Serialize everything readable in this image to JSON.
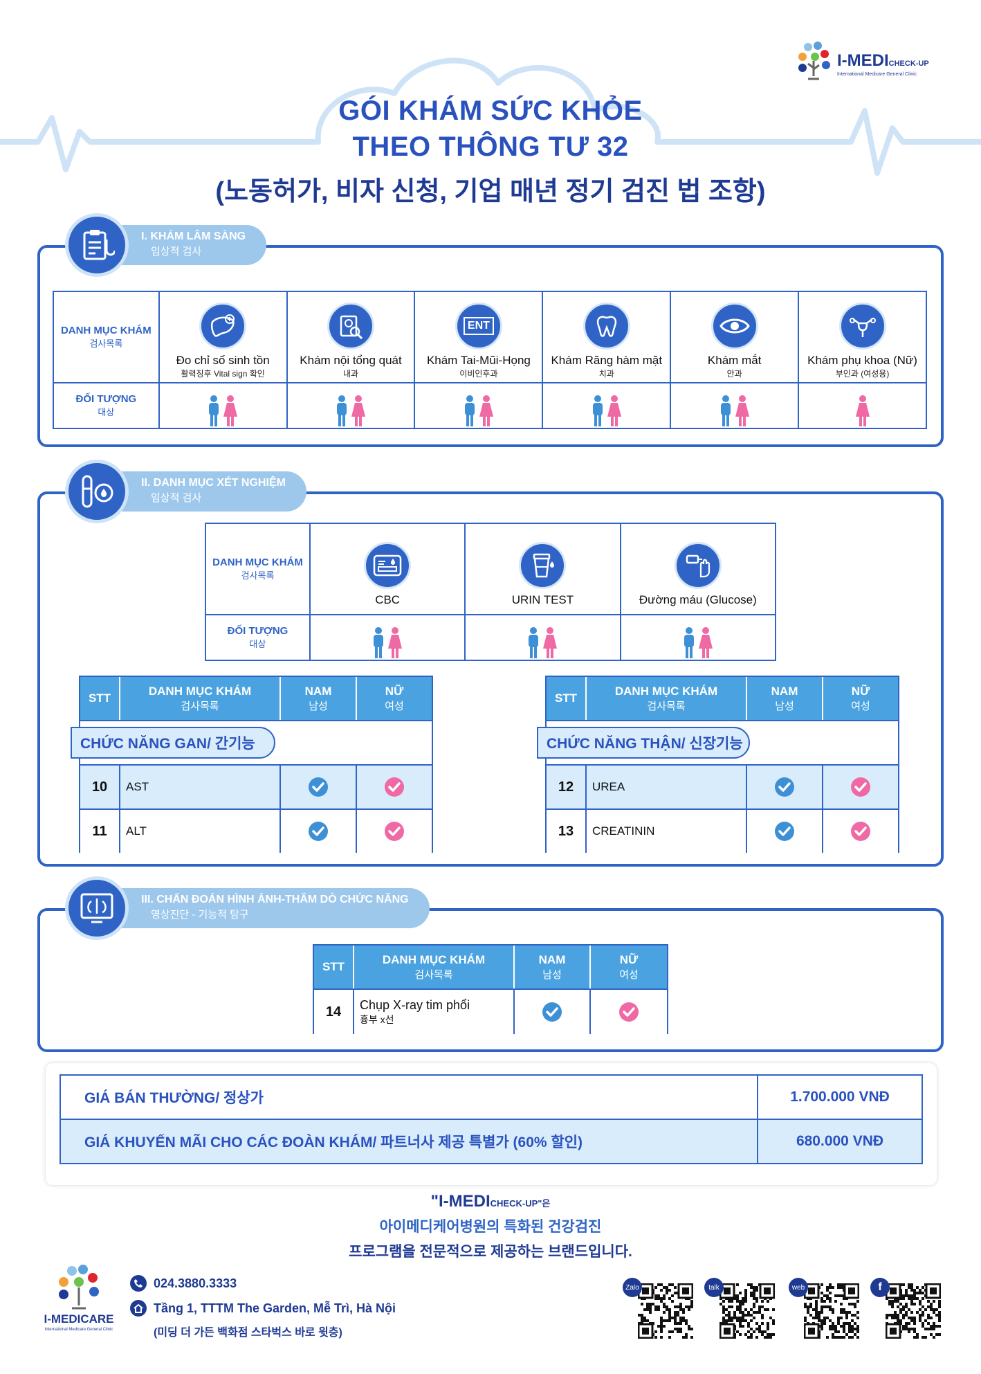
{
  "header": {
    "title_line1": "GÓI KHÁM SỨC KHỎE",
    "title_line2": "THEO THÔNG TƯ 32",
    "title_line3": "(노동허가, 비자 신청, 기업 매년 정기 검진 법 조항)"
  },
  "logo": {
    "brand": "I-MEDI",
    "brand_suffix": "CHECK-UP",
    "tagline": "International Medicare General Clinic"
  },
  "section1": {
    "title": "I. KHÁM LÂM SÀNG",
    "subtitle": "임상적 검사",
    "row_label": "DANH MỤC KHÁM",
    "row_label_ko": "검사목록",
    "target_label": "ĐỐI TƯỢNG",
    "target_label_ko": "대상",
    "items": [
      {
        "name": "Đo chỉ số sinh tồn",
        "sub": "활력징후 Vital sign 확인",
        "icon": "liver-icon",
        "target": "both"
      },
      {
        "name": "Khám nội tổng quát",
        "sub": "내과",
        "icon": "clipboard-search-icon",
        "target": "both"
      },
      {
        "name": "Khám Tai-Mũi-Họng",
        "sub": "이비인후과",
        "icon": "ent-icon",
        "icon_text": "ENT",
        "target": "both"
      },
      {
        "name": "Khám Răng hàm mặt",
        "sub": "치과",
        "icon": "tooth-icon",
        "target": "both"
      },
      {
        "name": "Khám mắt",
        "sub": "안과",
        "icon": "eye-icon",
        "target": "both"
      },
      {
        "name": "Khám phụ khoa (Nữ)",
        "sub": "부인과 (여성용)",
        "icon": "uterus-icon",
        "target": "female"
      }
    ]
  },
  "section2": {
    "title": "II. DANH MỤC XÉT NGHIỆM",
    "subtitle": "임상적 검사",
    "row_label": "DANH MỤC KHÁM",
    "row_label_ko": "검사목록",
    "target_label": "ĐỐI TƯỢNG",
    "target_label_ko": "대상",
    "tests": [
      {
        "name": "CBC",
        "icon": "blood-analyzer-icon"
      },
      {
        "name": "URIN TEST",
        "icon": "urine-cup-icon"
      },
      {
        "name": "Đường máu (Glucose)",
        "icon": "glucose-meter-icon"
      }
    ],
    "table_headers": {
      "stt": "STT",
      "item": "DANH MỤC KHÁM",
      "item_ko": "검사목록",
      "male": "NAM",
      "male_ko": "남성",
      "female": "NỮ",
      "female_ko": "여성"
    },
    "liver": {
      "band": "CHỨC NĂNG GAN/ 간기능",
      "rows": [
        {
          "stt": "10",
          "item": "AST"
        },
        {
          "stt": "11",
          "item": "ALT"
        }
      ]
    },
    "kidney": {
      "band": "CHỨC NĂNG THẬN/ 신장기능",
      "rows": [
        {
          "stt": "12",
          "item": "UREA"
        },
        {
          "stt": "13",
          "item": "CREATININ"
        }
      ]
    }
  },
  "section3": {
    "title": "III. CHẨN ĐOÁN HÌNH ẢNH-THĂM DÒ CHỨC NĂNG",
    "subtitle": "영상진단 - 기능적 탐구",
    "headers": {
      "stt": "STT",
      "item": "DANH MỤC KHÁM",
      "item_ko": "검사목록",
      "male": "NAM",
      "male_ko": "남성",
      "female": "NỮ",
      "female_ko": "여성"
    },
    "row": {
      "stt": "14",
      "item": "Chụp X-ray tim phổi",
      "item_ko": "흉부 x선"
    }
  },
  "pricing": {
    "regular_label": "GIÁ BÁN THƯỜNG/ 정상가",
    "regular_value": "1.700.000 VNĐ",
    "promo_label": "GIÁ KHUYẾN MÃI CHO CÁC ĐOÀN KHÁM/ 파트너사 제공 특별가 (60% 할인)",
    "promo_value": "680.000 VNĐ"
  },
  "slogan": {
    "brand": "\"I-MEDI",
    "brand_suffix": "CHECK-UP\"은",
    "line1": "아이메디케어병원의 특화된 건강검진",
    "line2": "프로그램을 전문적으로 제공하는 브랜드입니다."
  },
  "footer": {
    "clinic_name": "I-MEDICARE",
    "clinic_tagline": "International Medicare General Clinic",
    "phone": "024.3880.3333",
    "address": "Tầng 1, TTTM The Garden, Mễ Trì, Hà Nội",
    "address_ko": "(미딩 더 가든 백화점 스타벅스 바로 윗층)",
    "qr_labels": [
      "Zalo",
      "talk",
      "web",
      "f"
    ]
  },
  "colors": {
    "primary": "#2f64c6",
    "light": "#d9ecfb",
    "male": "#3d8fd6",
    "female": "#ef6aa4",
    "red": "#e0242b"
  }
}
